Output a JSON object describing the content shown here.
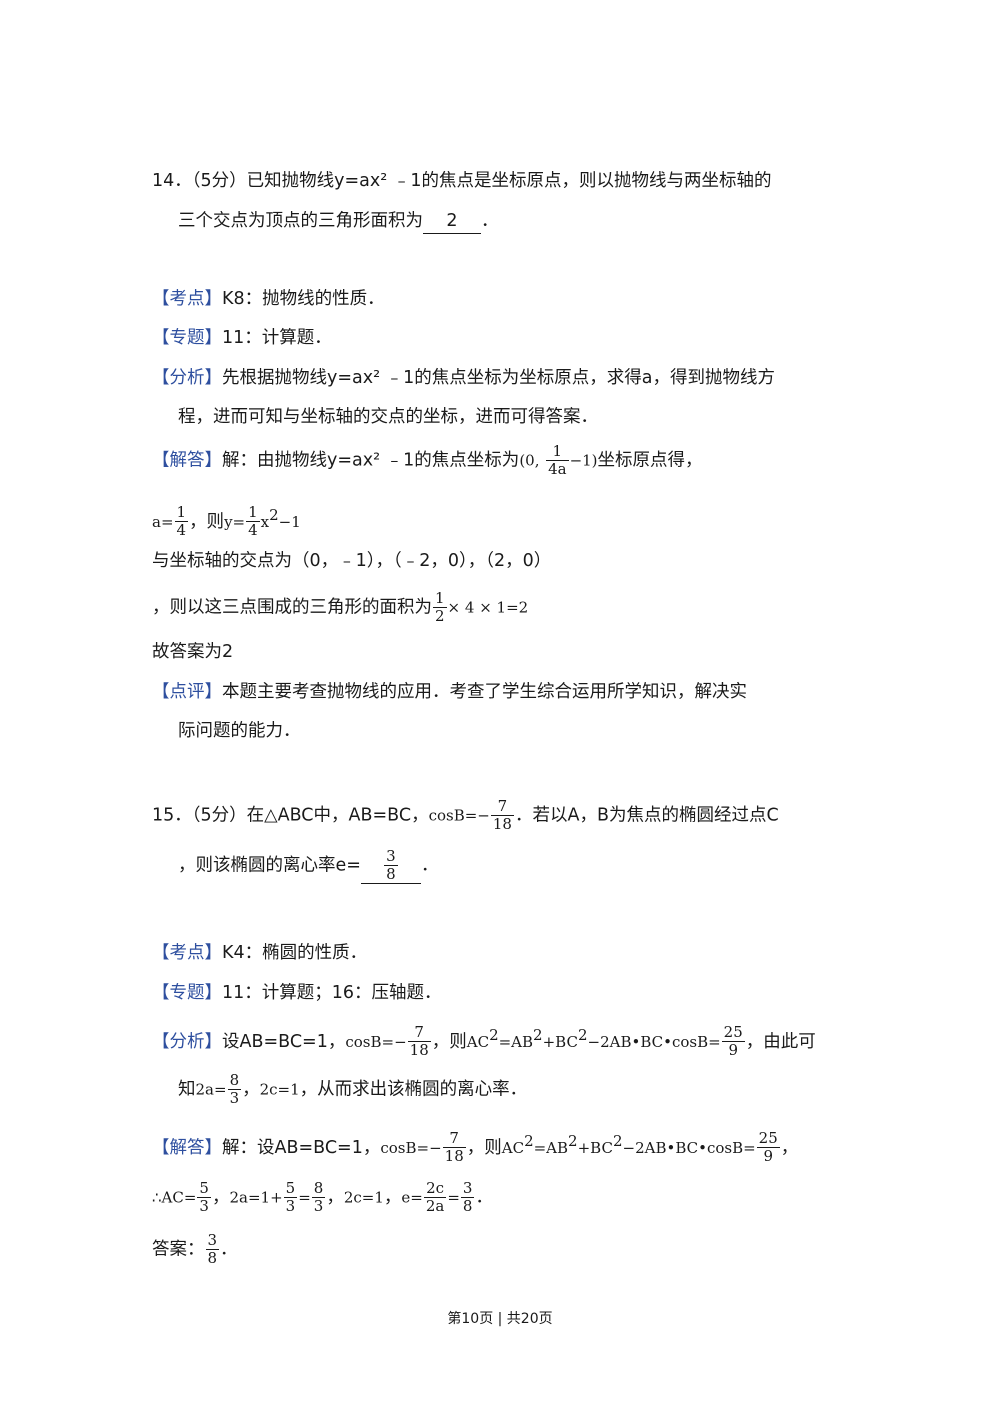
{
  "q14": {
    "number": "14．",
    "line1": "（5分）已知抛物线y=ax² ﹣1的焦点是坐标原点，则以抛物线与两坐标轴的",
    "line2": "三个交点为顶点的三角形面积为",
    "answer": "2",
    "line2_end": "．",
    "kaodian_tag": "【考点】",
    "kaodian": "K8：抛物线的性质．",
    "zhuanti_tag": "【专题】",
    "zhuanti": "11：计算题．",
    "fenxi_tag": "【分析】",
    "fenxi1": "先根据抛物线y=ax² ﹣1的焦点坐标为坐标原点，求得a，得到抛物线方",
    "fenxi2": "程，进而可知与坐标轴的交点的坐标，进而可得答案．",
    "jieda_tag": "【解答】",
    "jieda1a": "解：由抛物线y=ax² ﹣1的焦点坐标为",
    "jieda1b": "(0,",
    "frac_1_4a_n": "1",
    "frac_1_4a_d": "4a",
    "jieda1c": "−1)",
    "jieda1d": "坐标原点得，",
    "l2_a": "a=",
    "frac_1_4_n": "1",
    "frac_1_4_d": "4",
    "l2_b": "，则",
    "l2_c": "y=",
    "frac_1_4b_n": "1",
    "frac_1_4b_d": "4",
    "l2_d": "x",
    "l2_sup": "2",
    "l2_e": "−1",
    "l3": "与坐标轴的交点为（0，﹣1），（﹣2，0），（2，0）",
    "l4_a": "，则以这三点围成的三角形的面积为",
    "frac_1_2_n": "1",
    "frac_1_2_d": "2",
    "l4_b": "× 4 × 1=2",
    "l5": "故答案为2",
    "dianping_tag": "【点评】",
    "dianping1": "本题主要考查抛物线的应用．考查了学生综合运用所学知识，解决实",
    "dianping2": "际问题的能力．"
  },
  "q15": {
    "number": "15．",
    "line1a": "（5分）在△ABC中，AB=BC，",
    "cos_label": "cosB=−",
    "frac_7_18_n": "7",
    "frac_7_18_d": "18",
    "line1b": "．若以A，B为焦点的椭圆经过点C",
    "line2a": "，则该椭圆的离心率e=",
    "ans_n": "3",
    "ans_d": "8",
    "line2_end": "．",
    "kaodian_tag": "【考点】",
    "kaodian": "K4：椭圆的性质．",
    "zhuanti_tag": "【专题】",
    "zhuanti": "11：计算题；16：压轴题．",
    "fenxi_tag": "【分析】",
    "fenxi1a": "设AB=BC=1，",
    "fenxi1b": "，则",
    "ac_eq": "AC",
    "sq": "2",
    "eq_ab": "=AB",
    "plus_bc": "+BC",
    "rest": "−2AB•BC•cosB=",
    "frac_25_9_n": "25",
    "frac_25_9_d": "9",
    "fenxi1c": "，由此可",
    "fenxi2a": "知",
    "two_a": "2a=",
    "frac_8_3_n": "8",
    "frac_8_3_d": "3",
    "fenxi2b": "，",
    "two_c": "2c=1",
    "fenxi2c": "，从而求出该椭圆的离心率．",
    "jieda_tag": "【解答】",
    "jieda1a": "解：设AB=BC=1，",
    "jieda1b": "，则",
    "jieda1c": "，",
    "l2_therefore": "∴AC=",
    "frac_5_3_n": "5",
    "frac_5_3_d": "3",
    "l2_comma": "，",
    "l2_2a": "2a=1+",
    "frac_5_3b_n": "5",
    "frac_5_3b_d": "3",
    "l2_eq": "=",
    "frac_8_3b_n": "8",
    "frac_8_3b_d": "3",
    "l2_comma2": "，",
    "l2_2c": "2c=1",
    "l2_comma3": "，",
    "l2_e": "e=",
    "frac_2c_2a_n": "2c",
    "frac_2c_2a_d": "2a",
    "l2_eq2": "=",
    "frac_3_8_n": "3",
    "frac_3_8_d": "8",
    "l2_end": "．",
    "l3_a": "答案：",
    "frac_3_8b_n": "3",
    "frac_3_8b_d": "8",
    "l3_end": "．"
  },
  "footer": "第10页 | 共20页"
}
